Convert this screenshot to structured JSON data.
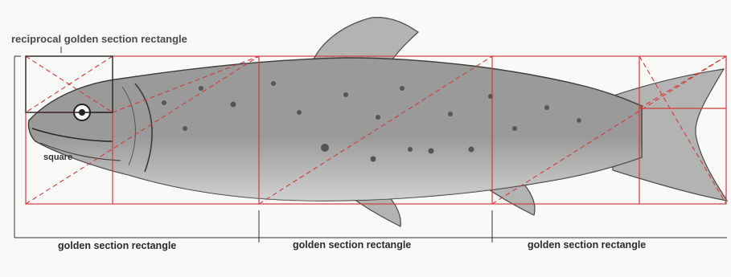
{
  "labels": {
    "top": "reciprocal golden section rectangle",
    "square": "square",
    "bottom_1": "golden section rectangle",
    "bottom_2": "golden section rectangle",
    "bottom_3": "golden section rectangle"
  },
  "icons": {
    "fish": "trout-engraving-illustration"
  },
  "colors": {
    "background": "#f9f9f8",
    "construction_lines": "#d23a3a",
    "square_outline": "#222222",
    "fish_fill": "#9a9a9a"
  }
}
